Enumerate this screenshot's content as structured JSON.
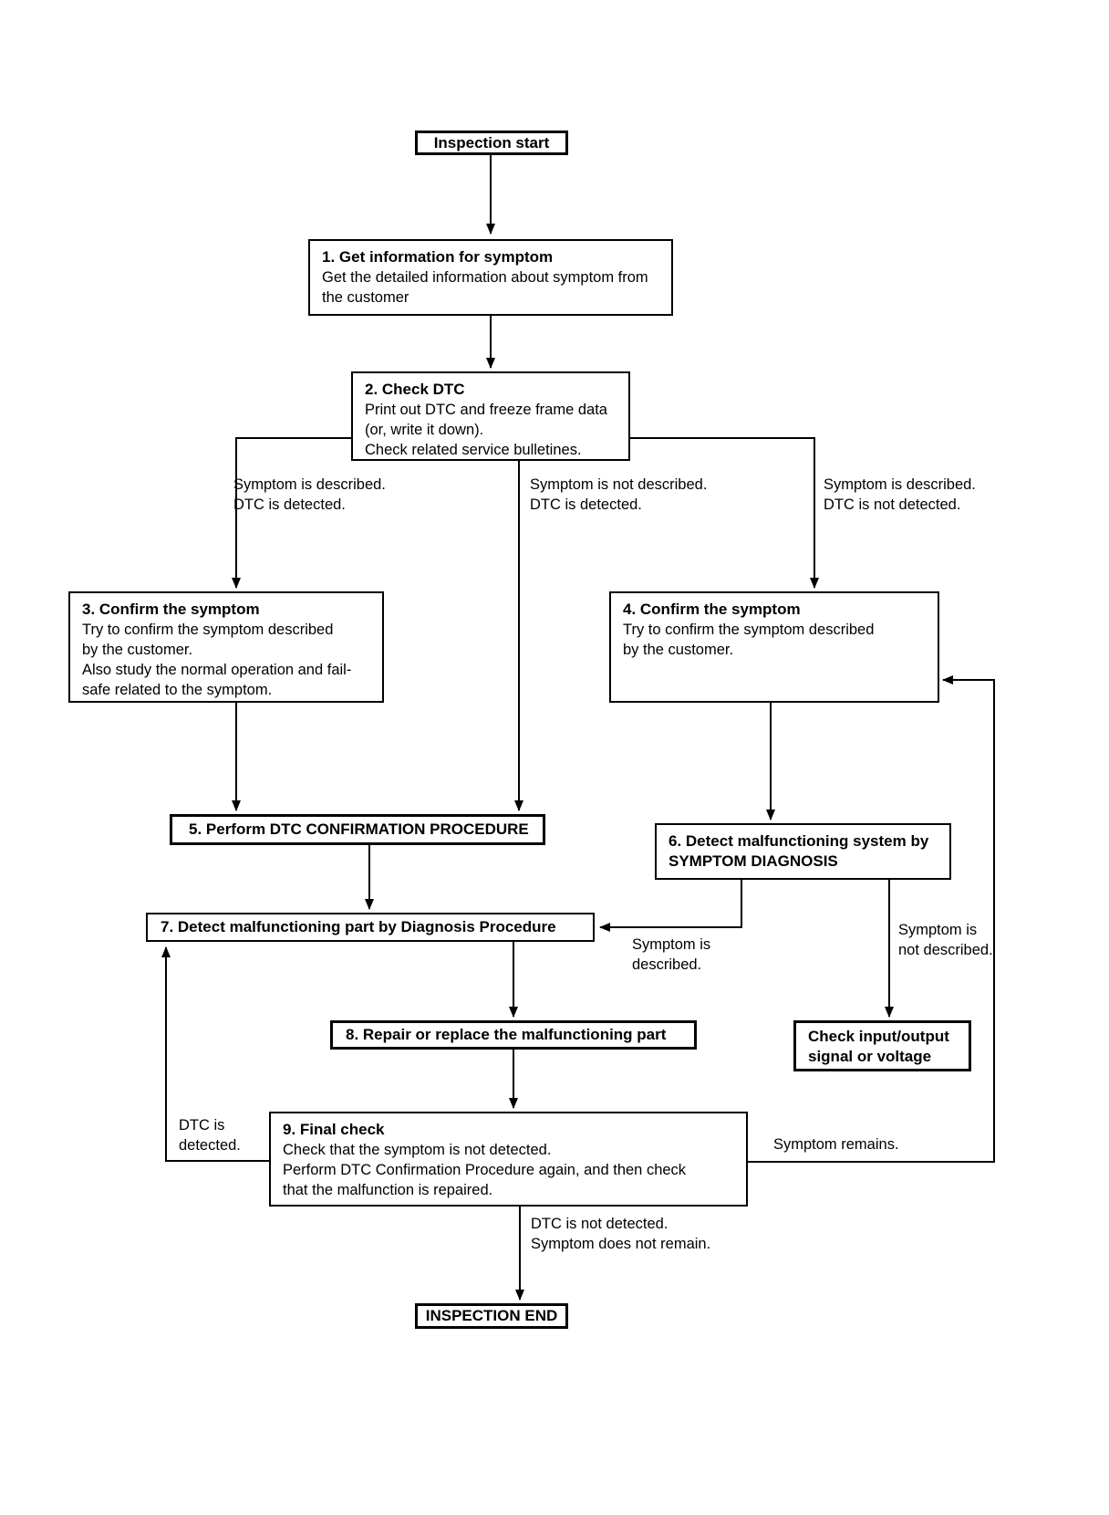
{
  "nodes": {
    "start": {
      "label": "Inspection start"
    },
    "n1": {
      "title": "1. Get information for symptom",
      "body": "Get the detailed information about symptom from\nthe customer"
    },
    "n2": {
      "title": "2. Check DTC",
      "body": "Print out DTC and freeze frame data\n(or, write it down).\nCheck related service bulletines."
    },
    "n3": {
      "title": "3. Confirm the symptom",
      "body": "Try to confirm the symptom described\nby the customer.\nAlso study the normal operation and fail-\nsafe related to the symptom."
    },
    "n4": {
      "title": "4. Confirm the symptom",
      "body": "Try to confirm the symptom described\nby the customer."
    },
    "n5": {
      "title": "5. Perform DTC CONFIRMATION PROCEDURE"
    },
    "n6": {
      "title": "6. Detect malfunctioning system by\nSYMPTOM DIAGNOSIS"
    },
    "n7": {
      "title": "7. Detect malfunctioning part by Diagnosis Procedure"
    },
    "n8": {
      "title": "8. Repair or replace the malfunctioning part"
    },
    "check_io": {
      "title": "Check input/output\nsignal or voltage"
    },
    "n9": {
      "title": "9. Final check",
      "body": "Check that the symptom is not detected.\nPerform DTC Confirmation Procedure again, and then check\nthat the malfunction is repaired."
    },
    "end": {
      "label": "INSPECTION END"
    }
  },
  "labels": {
    "left_branch": "Symptom is described.\nDTC is detected.",
    "mid_branch": "Symptom is not described.\nDTC is detected.",
    "right_branch": "Symptom is described.\nDTC is not detected.",
    "symptom_described": "Symptom is\ndescribed.",
    "symptom_not_described": "Symptom is\nnot described.",
    "dtc_detected": "DTC is\ndetected.",
    "symptom_remains": "Symptom remains.",
    "dtc_not_detected": "DTC is not detected.\nSymptom does not remain."
  },
  "colors": {
    "line": "#000000",
    "background": "#ffffff",
    "text": "#000000"
  }
}
